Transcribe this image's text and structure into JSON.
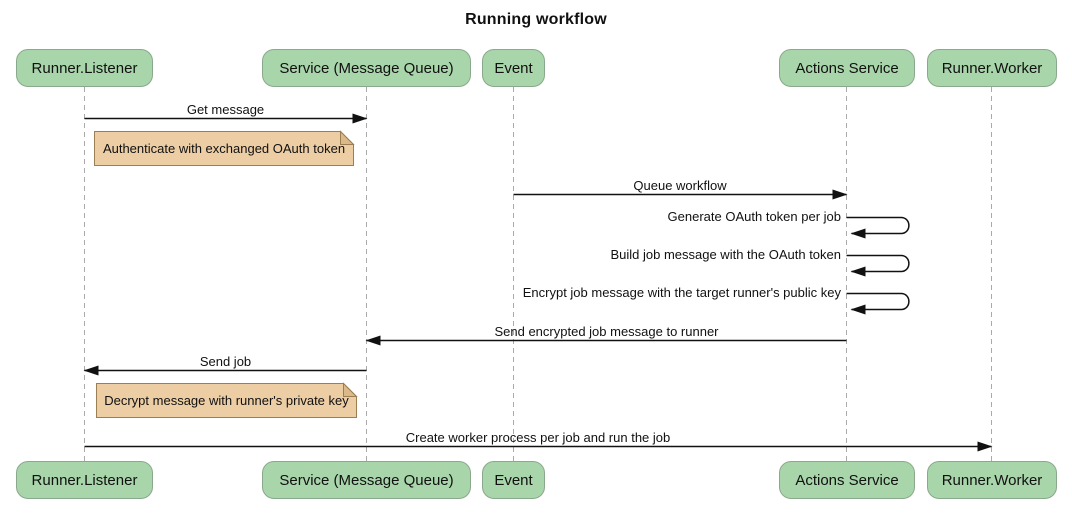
{
  "diagram": {
    "title": "Running workflow"
  },
  "participants": [
    {
      "label": "Runner.Listener"
    },
    {
      "label": "Service (Message Queue)"
    },
    {
      "label": "Event"
    },
    {
      "label": "Actions Service"
    },
    {
      "label": "Runner.Worker"
    }
  ],
  "messages": [
    {
      "label": "Get message",
      "from": "Runner.Listener",
      "to": "Service (Message Queue)",
      "style": "solid_arrow"
    },
    {
      "label": "Queue workflow",
      "from": "Event",
      "to": "Actions Service",
      "style": "solid_arrow"
    },
    {
      "label": "Generate OAuth token per job",
      "from": "Actions Service",
      "to": "Actions Service",
      "style": "self_loop"
    },
    {
      "label": "Build job message with the OAuth token",
      "from": "Actions Service",
      "to": "Actions Service",
      "style": "self_loop"
    },
    {
      "label": "Encrypt job message with the target runner's public key",
      "from": "Actions Service",
      "to": "Actions Service",
      "style": "self_loop"
    },
    {
      "label": "Send encrypted job message to runner",
      "from": "Actions Service",
      "to": "Service (Message Queue)",
      "style": "solid_arrow"
    },
    {
      "label": "Send job",
      "from": "Service (Message Queue)",
      "to": "Runner.Listener",
      "style": "solid_arrow"
    },
    {
      "label": "Create worker process per job and run the job",
      "from": "Runner.Listener",
      "to": "Runner.Worker",
      "style": "solid_arrow"
    }
  ],
  "notes": [
    {
      "label": "Authenticate with exchanged OAuth token",
      "anchor": "right of Runner.Listener"
    },
    {
      "label": "Decrypt message with runner's private key",
      "anchor": "right of Runner.Listener"
    }
  ],
  "colors": {
    "participant_fill": "#a8d5aa",
    "participant_border": "#8aa98c",
    "note_fill": "#eccda4",
    "note_border": "#9b7e52",
    "note_fold": "#dbb988",
    "lifeline": "#aaaaaa",
    "arrow": "#111111"
  }
}
